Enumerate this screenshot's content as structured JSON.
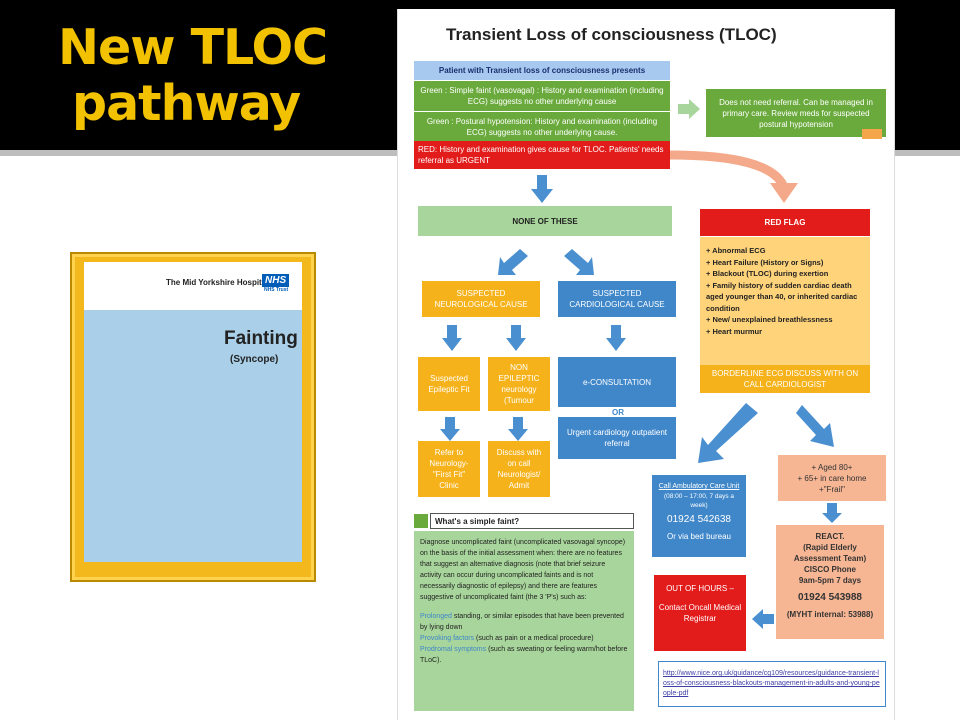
{
  "slide": {
    "title_line1": "New TLOC",
    "title_line2": "pathway"
  },
  "leaflet": {
    "trust_name": "The Mid Yorkshire Hospital's",
    "nhs_logo": "NHS",
    "nhs_sub": "NHS Trust",
    "title": "Fainting",
    "subtitle": "(Syncope)"
  },
  "flowchart": {
    "title": "Transient Loss of consciousness (TLOC)",
    "presents": "Patient with Transient loss of consciousness presents",
    "green1": "Green :   Simple faint (vasovagal) : History and examination (including ECG) suggests no other underlying cause",
    "green2": "Green :   Postural hypotension: History and examination (including ECG) suggests no other underlying cause.",
    "red_urgent": "RED:  History and examination gives cause for TLOC.  Patients' needs referral as URGENT",
    "no_referral": "Does not need referral.  Can be managed in primary care.  Review meds for suspected postural hypotension",
    "none_of_these": "NONE OF THESE",
    "red_flag": "RED FLAG",
    "red_flag_items": [
      "+ Abnormal ECG",
      "+ Heart Failure (History or Signs)",
      "+ Blackout (TLOC) during exertion",
      "+ Family history of sudden cardiac death aged younger than 40, or inherited cardiac condition",
      "+ New/ unexplained breathlessness",
      "+ Heart murmur"
    ],
    "borderline_ecg": "BORDERLINE ECG DISCUSS WITH ON CALL CARDIOLOGIST",
    "suspected_neuro": "SUSPECTED NEUROLOGICAL CAUSE",
    "suspected_cardio": "SUSPECTED CARDIOLOGICAL CAUSE",
    "suspected_epileptic": "Suspected Epileptic Fit",
    "non_epileptic": "NON EPILEPTIC neurology (Tumour",
    "e_consultation": "e-CONSULTATION",
    "or": "OR",
    "urgent_cardiology": "Urgent cardiology outpatient referral",
    "refer_neurology": "Refer to Neurology- \"First Fit\" Clinic",
    "discuss_neurologist": "Discuss with on call Neurologist/ Admit",
    "acu_title": "Call Ambulatory Care Unit",
    "acu_hours": "(08:00 – 17:00, 7 days a week)",
    "acu_phone": "01924 542638",
    "acu_or": "Or via bed bureau",
    "aged": "+ Aged 80+\n+ 65+ in care home\n+\"Frail\"",
    "react_title": "REACT.",
    "react_team": "(Rapid Elderly Assessment Team)",
    "react_cisco": "CISCO Phone",
    "react_hours": "9am-5pm 7 days",
    "react_phone": "01924 543988",
    "react_internal": "(MYHT internal: 53988)",
    "out_of_hours": "OUT OF HOURS –",
    "out_of_hours_body": "Contact Oncall Medical Registrar",
    "simple_faint_hdr": "What's a simple faint?",
    "simple_faint_body": "Diagnose uncomplicated faint (uncomplicated vasovagal syncope) on the basis of the initial assessment when: there are no features that suggest an alternative diagnosis (note that brief seizure activity can occur during uncomplicated faints and is not necessarily diagnostic of epilepsy) and there are features suggestive of uncomplicated faint (the 3 'P's) such as:",
    "p1_label": "Prolonged",
    "p1_text": " standing, or similar episodes that have been prevented by lying down",
    "p2_label": "Provoking factors",
    "p2_text": " (such as pain or a medical procedure)",
    "p3_label": "Prodromal symptoms",
    "p3_text": " (such as sweating or feeling warm/hot before TLoC).",
    "nice_link": "http://www.nice.org.uk/guidance/cg109/resources/guidance-transient-loss-of-consciousness-blackouts-management-in-adults-and-young-people-pdf"
  },
  "colors": {
    "title_yellow": "#f2c200",
    "green": "#6aaa3c",
    "red": "#e21b1b",
    "orange": "#f5b21b",
    "blue": "#3f87c9",
    "arrow_blue": "#4a8fd0",
    "arrow_salmon": "#f4a98a"
  }
}
